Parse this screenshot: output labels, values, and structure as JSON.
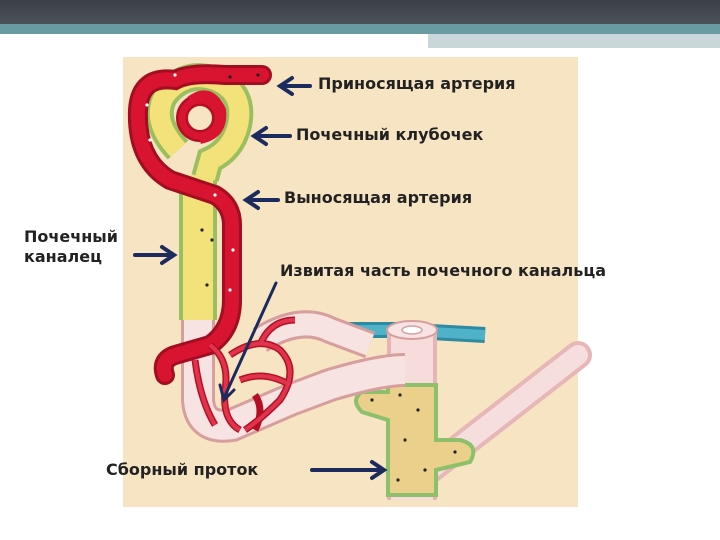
{
  "labels": {
    "afferent_artery": "Приносящая артерия",
    "glomerulus": "Почечный клубочек",
    "efferent_artery": "Выносящая артерия",
    "renal_tubule_line1": "Почечный",
    "renal_tubule_line2": "каналец",
    "convoluted_part": "Извитая часть почечного канальца",
    "collecting_duct": "Сборный проток"
  },
  "colors": {
    "header_dark": "#3a4046",
    "header_teal": "#6a9aa4",
    "panel_background": "#f6e4c2",
    "artery_red": "#c8102e",
    "tubule_yellow": "#f3e27a",
    "duct_outline_green": "#8cc06a",
    "tubule_pink": "#f4cfcf",
    "vein_blue": "#3aa0b8",
    "arrow_navy": "#1c2b5e"
  }
}
